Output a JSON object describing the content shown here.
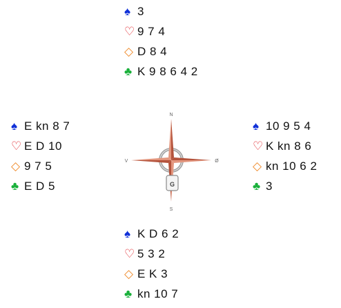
{
  "symbols": {
    "spade": "♠",
    "heart": "♡",
    "diamond": "◇",
    "club": "♣"
  },
  "colors": {
    "spade": "#1030d8",
    "heart": "#e0252b",
    "diamond": "#ef8a2a",
    "club": "#19b03a"
  },
  "hands": {
    "north": {
      "spades": "3",
      "hearts": "9 7 4",
      "diamonds": "D 8 4",
      "clubs": "K 9 8 6 4 2"
    },
    "west": {
      "spades": "E kn 8 7",
      "hearts": "E D 10",
      "diamonds": "9 7 5",
      "clubs": "E D 5"
    },
    "east": {
      "spades": "10 9 5 4",
      "hearts": "K kn 8 6",
      "diamonds": "kn 10 6 2",
      "clubs": "3"
    },
    "south": {
      "spades": "K D 6 2",
      "hearts": "5 3 2",
      "diamonds": "E K 3",
      "clubs": "kn 10 7"
    }
  },
  "compass": {
    "n": "N",
    "s": "S",
    "e": "Ø",
    "w": "V",
    "dealer_tag": "G"
  }
}
